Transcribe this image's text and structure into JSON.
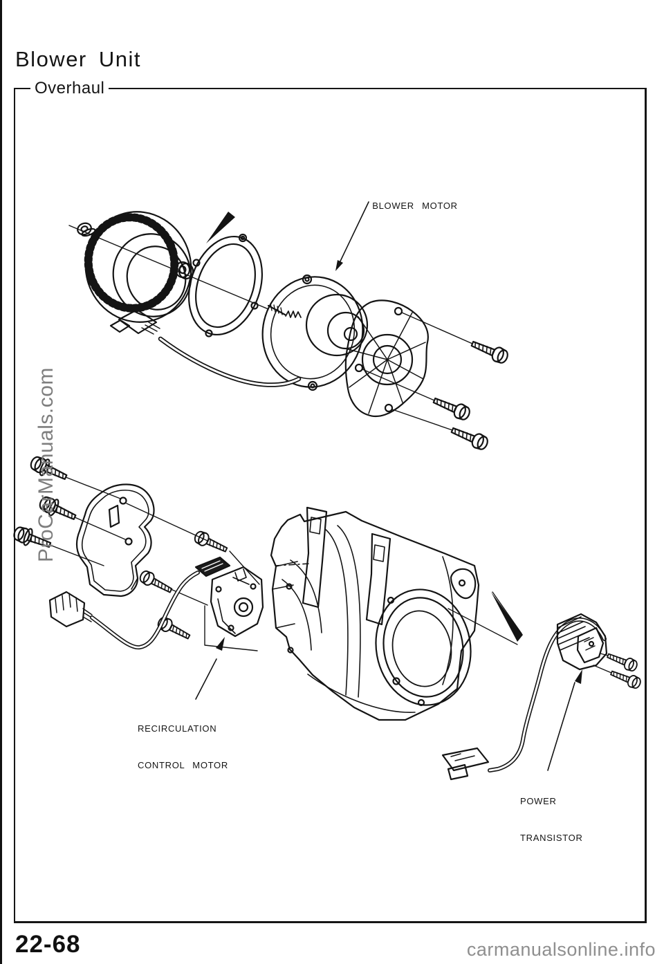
{
  "page": {
    "title": "Blower Unit",
    "section_label": "Overhaul",
    "page_number": "22-68",
    "watermark_side": "ProCarManuals.com",
    "watermark_footer": "carmanualsonline.info"
  },
  "diagram": {
    "labels": {
      "blower_motor": "BLOWER MOTOR",
      "recirc_line1": "RECIRCULATION",
      "recirc_line2": "CONTROL MOTOR",
      "power_line1": "POWER",
      "power_line2": "TRANSISTOR"
    }
  },
  "colors": {
    "ink": "#141414",
    "watermark_gray": "#7e7e7e",
    "footer_gray": "#8f8f8f",
    "paper": "#ffffff"
  }
}
